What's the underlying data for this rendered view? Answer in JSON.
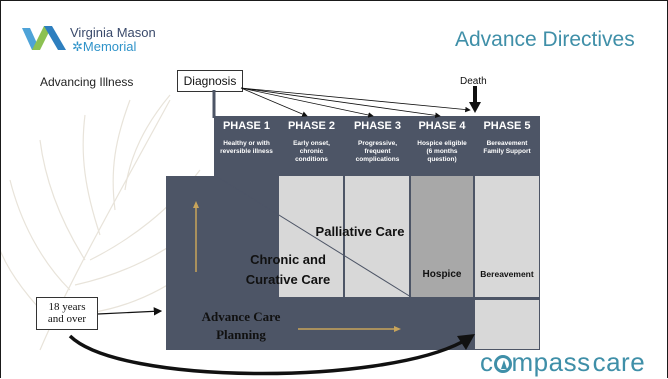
{
  "header": {
    "logo_line1": "Virginia Mason",
    "logo_line2": "Memorial",
    "title": "Advance Directives"
  },
  "labels": {
    "advancing_illness": "Advancing Illness",
    "diagnosis": "Diagnosis",
    "death": "Death",
    "age_line1": "18 years",
    "age_line2": "and over"
  },
  "phases": [
    {
      "title": "PHASE 1",
      "desc": [
        "Healthy or with",
        "reversible illness"
      ]
    },
    {
      "title": "PHASE 2",
      "desc": [
        "Early onset,",
        "chronic",
        "conditions"
      ]
    },
    {
      "title": "PHASE 3",
      "desc": [
        "Progressive,",
        "frequent",
        "complications"
      ]
    },
    {
      "title": "PHASE 4",
      "desc": [
        "Hospice eligible",
        "(6 months",
        "question)"
      ]
    },
    {
      "title": "PHASE 5",
      "desc": [
        "Bereavement",
        "Family Support"
      ]
    }
  ],
  "care": {
    "palliative": "Palliative Care",
    "chronic_line1": "Chronic and",
    "chronic_line2": "Curative Care",
    "hospice": "Hospice",
    "bereavement": "Bereavement",
    "acp_line1": "Advance Care",
    "acp_line2": "Planning"
  },
  "footer": {
    "brand_pre": "c",
    "brand_post": "mpass",
    "brand_care": "care"
  },
  "colors": {
    "dark_slate": "#4d5566",
    "darker_slate": "#414957",
    "light_gray": "#d8d8d8",
    "mid_gray": "#a8a8a8",
    "teal": "#3f8fa8",
    "gold": "#c8a45a"
  }
}
